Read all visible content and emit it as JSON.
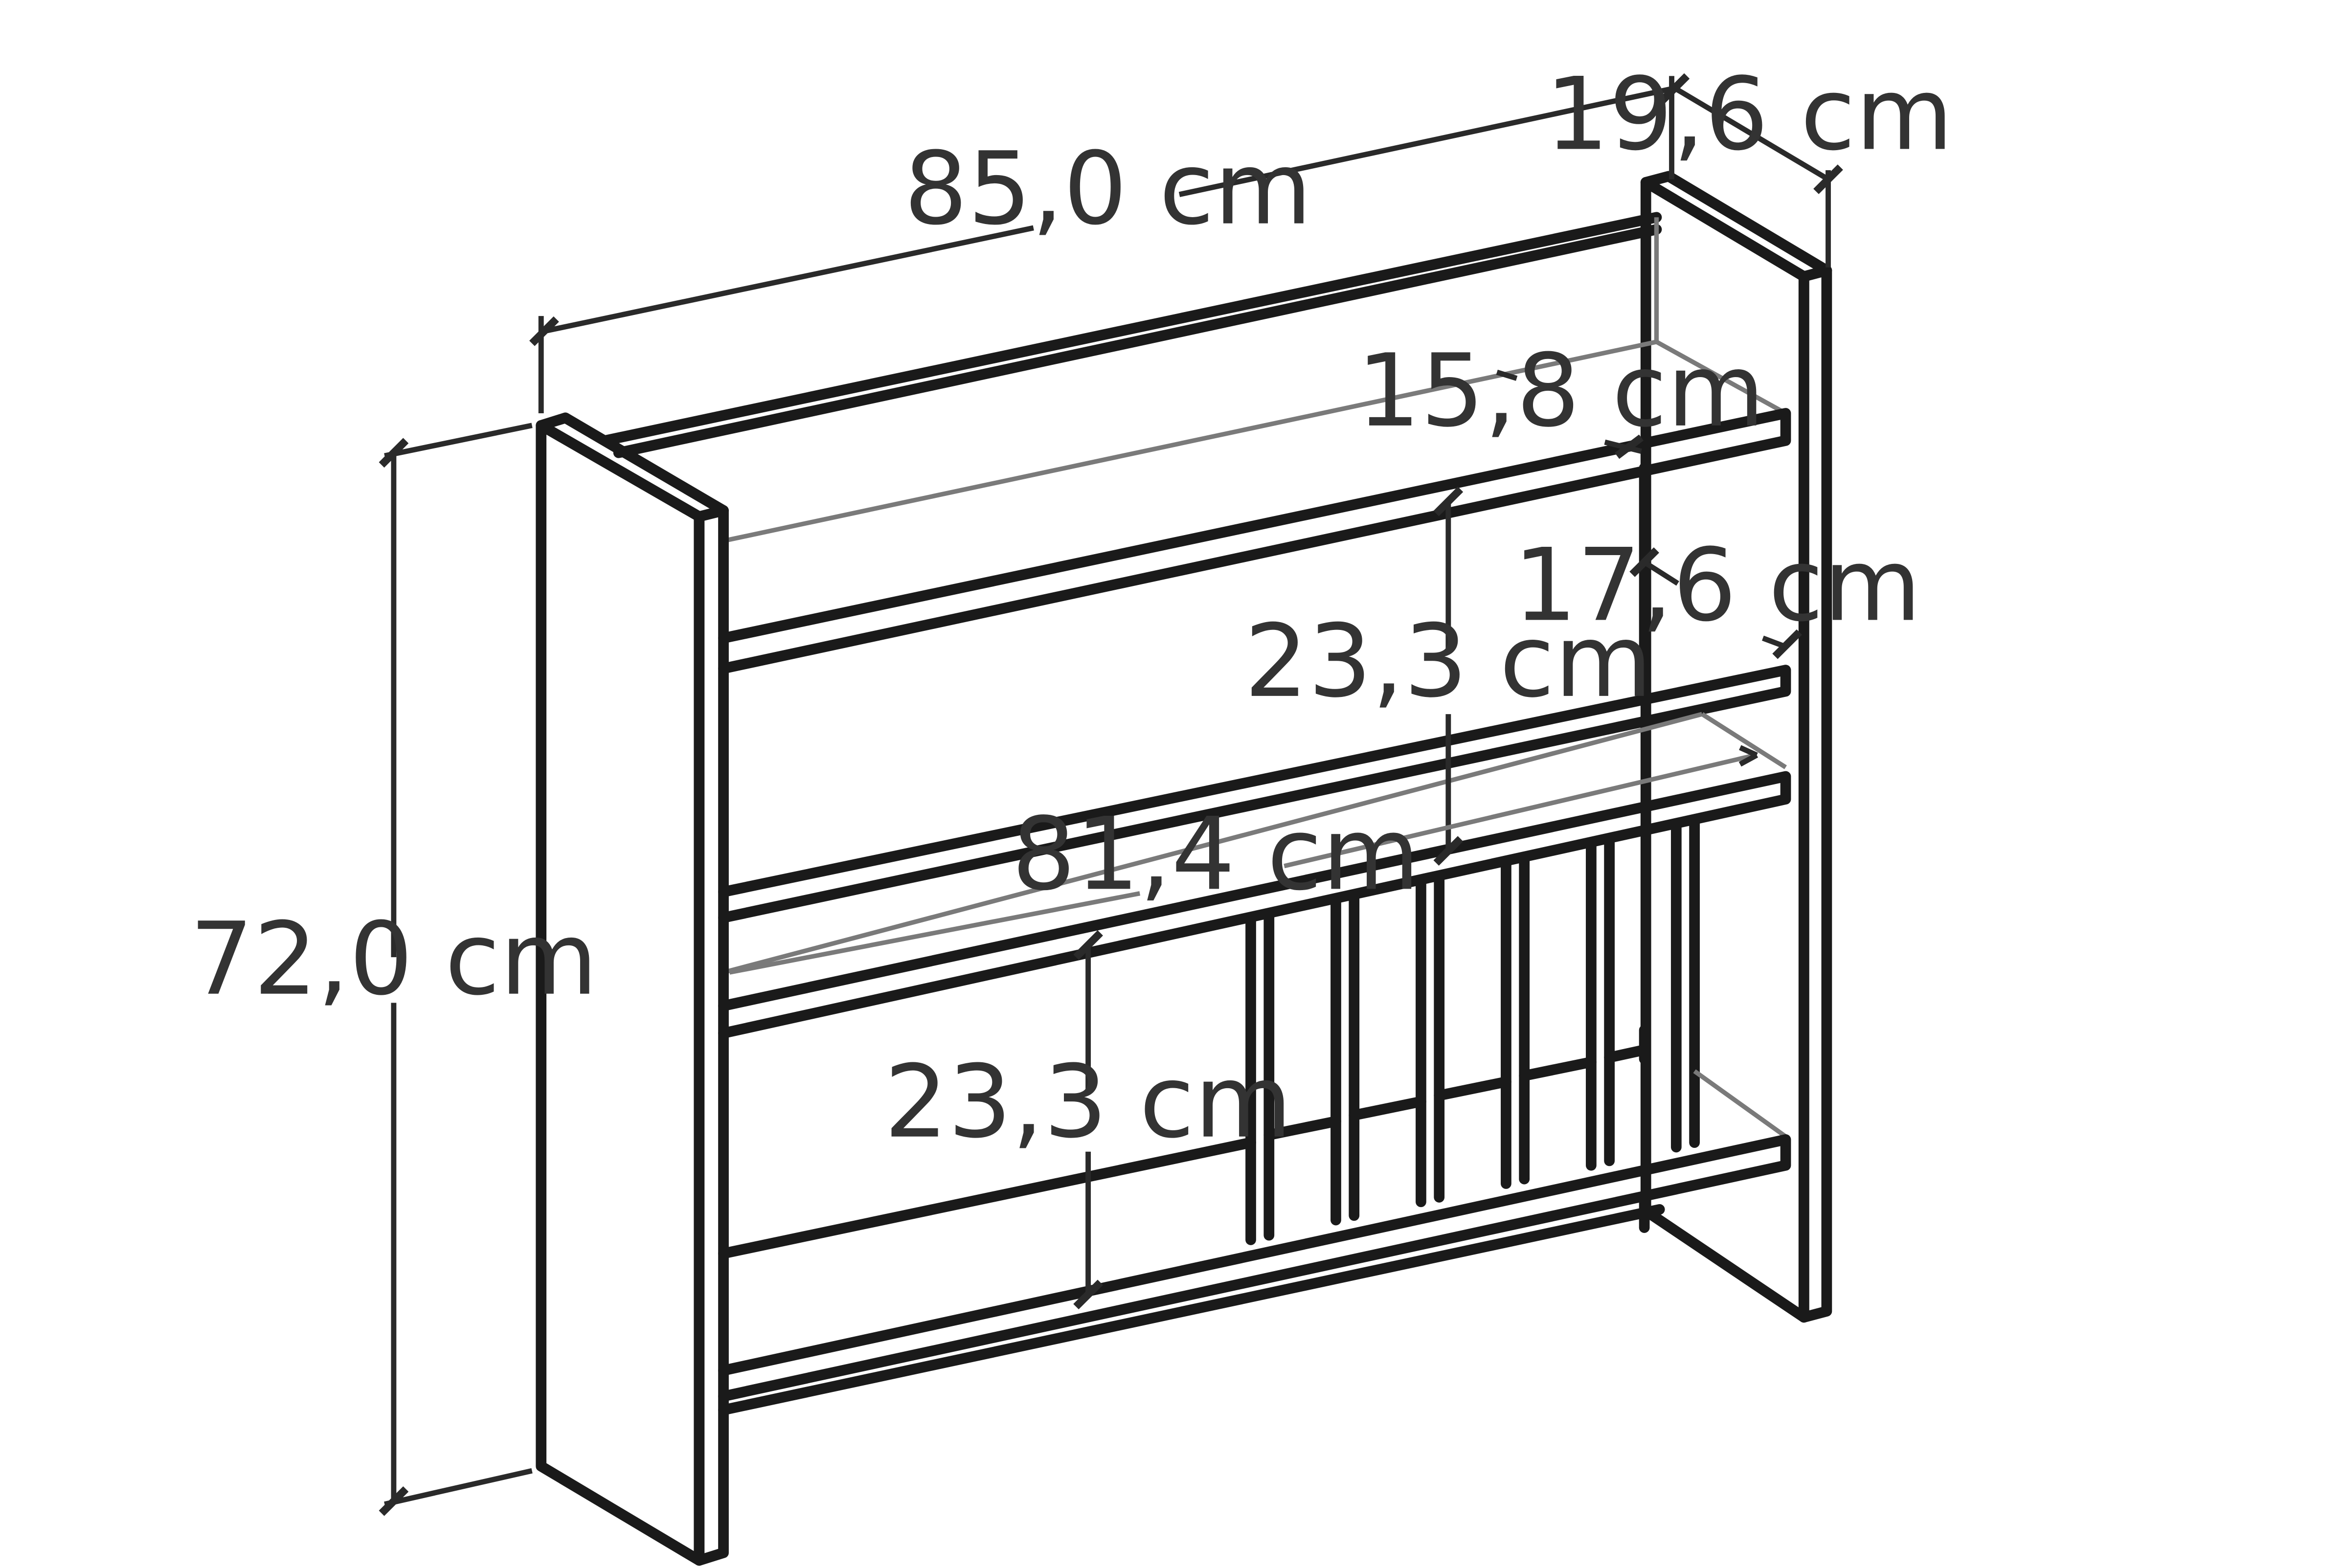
{
  "labels": {
    "overall_width": "85,0 cm",
    "depth": "19,6 cm",
    "overall_height": "72,0 cm",
    "top_shelf_depth": "15,8 cm",
    "back_panel_height": "17,6 cm",
    "upper_compartment_height": "23,3 cm",
    "inner_width": "81,4 cm",
    "lower_compartment_height": "23,3 cm"
  }
}
